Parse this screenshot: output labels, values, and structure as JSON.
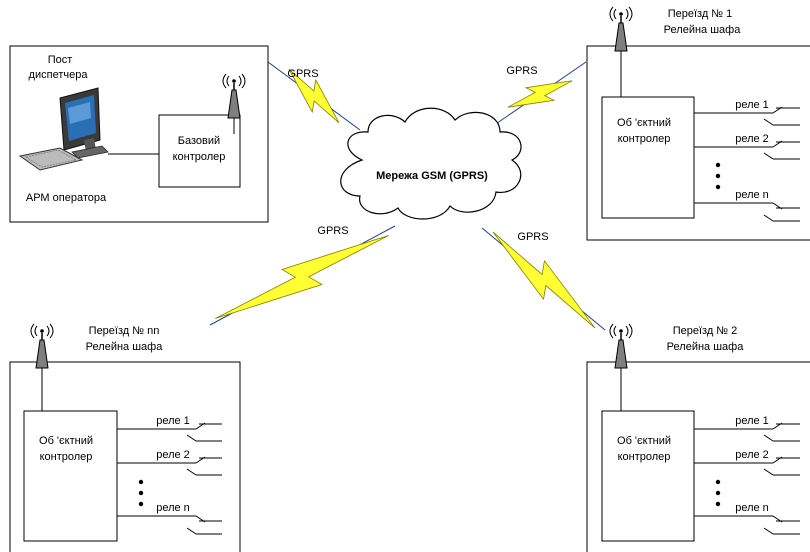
{
  "dispatcher": {
    "title_line1": "Пост",
    "title_line2": "диспетчера",
    "base_controller_line1": "Базовий",
    "base_controller_line2": "контролер",
    "operator_label": "АРМ оператора"
  },
  "network": {
    "label": "Мережа GSM (GPRS)"
  },
  "links": {
    "gprs_label": "GPRS"
  },
  "crossings": [
    {
      "title_line1": "Переїзд № 1",
      "title_line2": "Релейна шафа"
    },
    {
      "title_line1": "Переїзд № 2",
      "title_line2": "Релейна шафа"
    },
    {
      "title_line1": "Переїзд № nn",
      "title_line2": "Релейна шафа"
    }
  ],
  "controller": {
    "line1": "Об 'єктний",
    "line2": "контролер"
  },
  "relays": [
    "реле 1",
    "реле 2",
    "реле n"
  ],
  "colors": {
    "lightning_fill": "#ffff33",
    "lightning_stroke": "#7f7f00",
    "link_line": "#1f3f8f",
    "monitor_screen": "#2a6fb5"
  },
  "icons": {
    "antenna": "antenna-icon",
    "computer": "computer-icon",
    "lightning": "lightning-icon",
    "cloud": "cloud-icon"
  }
}
